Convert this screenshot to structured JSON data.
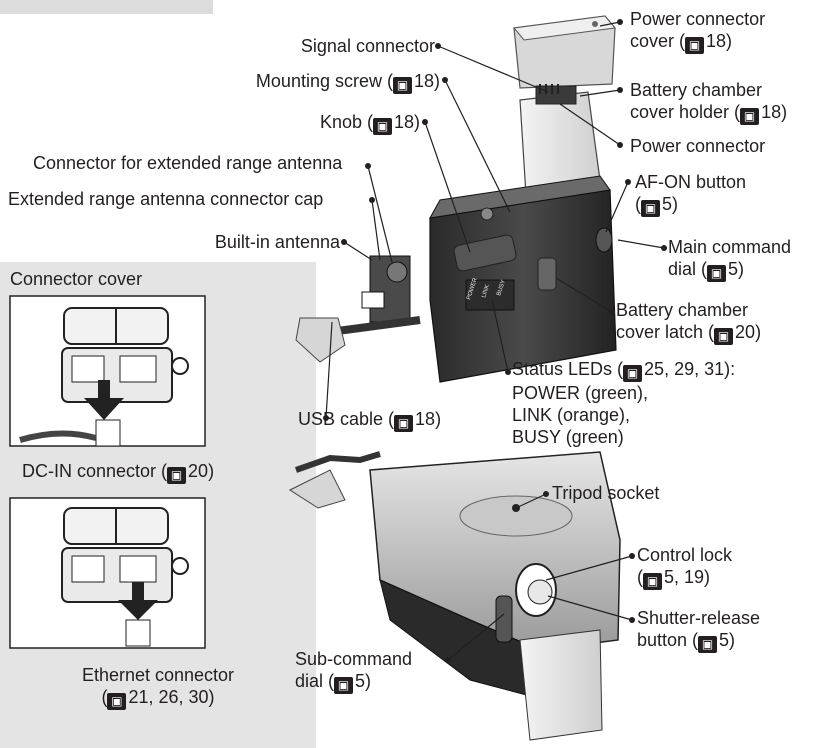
{
  "labels": {
    "power_connector_cover": [
      "Power connector",
      "cover ({ref}18)"
    ],
    "signal_connector": [
      "Signal connector"
    ],
    "battery_chamber_cover_holder": [
      "Battery chamber",
      "cover holder ({ref}18)"
    ],
    "mounting_screw": [
      "Mounting screw ({ref}18)"
    ],
    "power_connector": [
      "Power connector"
    ],
    "knob": [
      "Knob ({ref}18)"
    ],
    "connector_extended_antenna": [
      "Connector for extended range antenna"
    ],
    "af_on_button": [
      "AF-ON button",
      "({ref}5)"
    ],
    "antenna_connector_cap": [
      "Extended range antenna connector cap"
    ],
    "builtin_antenna": [
      "Built-in antenna"
    ],
    "main_command_dial": [
      "Main command",
      "dial ({ref}5)"
    ],
    "connector_cover": [
      "Connector cover"
    ],
    "battery_chamber_cover_latch": [
      "Battery chamber",
      "cover latch ({ref}20)"
    ],
    "status_leds": [
      "Status LEDs ({ref}25, 29, 31):",
      "POWER (green),",
      "LINK (orange),",
      "BUSY (green)"
    ],
    "usb_cable": [
      "USB cable ({ref}18)"
    ],
    "dc_in_connector": [
      "DC-IN connector ({ref}20)"
    ],
    "tripod_socket": [
      "Tripod socket"
    ],
    "control_lock": [
      "Control lock",
      "({ref}5, 19)"
    ],
    "shutter_release": [
      "Shutter-release",
      "button ({ref}5)"
    ],
    "sub_command_dial": [
      "Sub-command",
      "dial ({ref}5)"
    ],
    "ethernet_connector": [
      "Ethernet connector",
      "({ref}21, 26, 30)"
    ]
  },
  "led_labels": [
    "POWER",
    "LINK",
    "BUSY"
  ],
  "colors": {
    "panel": "#e4e4e4",
    "tab": "#dcdcdc",
    "ink": "#231f20",
    "body_gray": "#3a3a3a"
  }
}
